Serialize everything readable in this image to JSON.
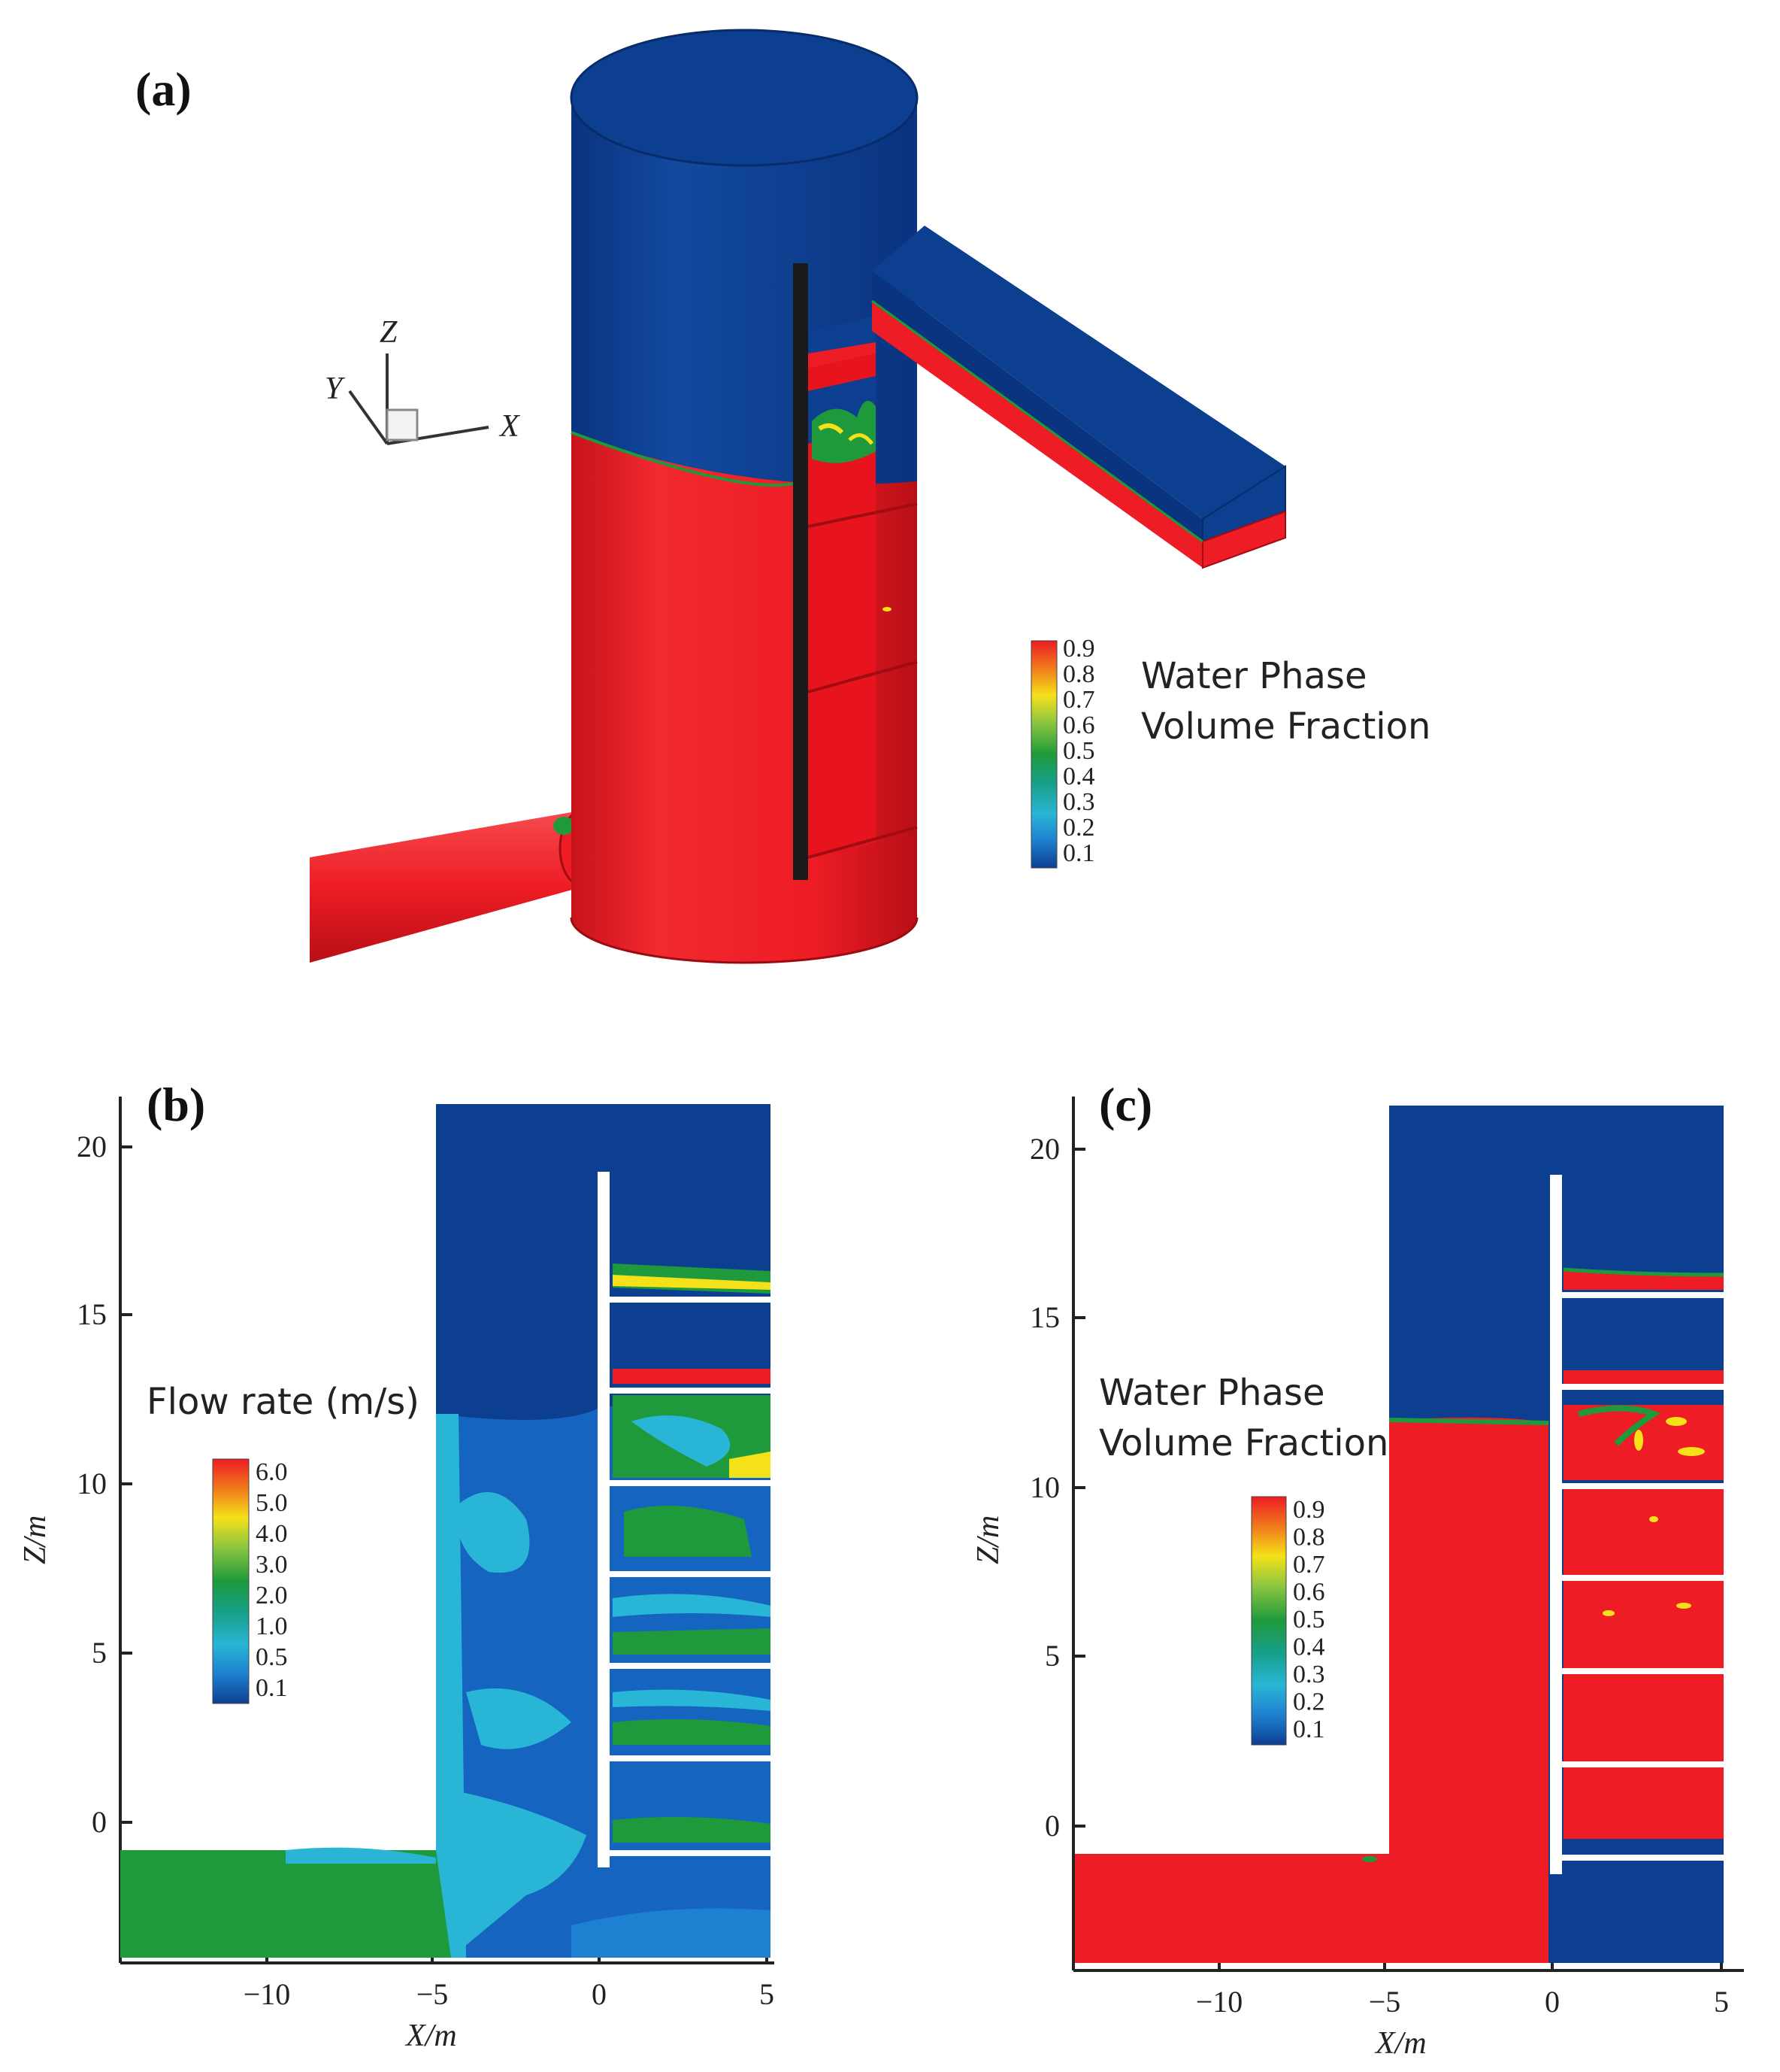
{
  "panels": {
    "a": {
      "label": "(a)"
    },
    "b": {
      "label": "(b)"
    },
    "c": {
      "label": "(c)"
    }
  },
  "axes_3d": {
    "z": "Z",
    "y": "Y",
    "x": "X"
  },
  "legend_a": {
    "title_line1": "Water Phase",
    "title_line2": "Volume Fraction",
    "ticks": [
      "0.9",
      "0.8",
      "0.7",
      "0.6",
      "0.5",
      "0.4",
      "0.3",
      "0.2",
      "0.1"
    ]
  },
  "legend_b": {
    "title": "Flow rate (m/s)",
    "ticks": [
      "6.0",
      "5.0",
      "4.0",
      "3.0",
      "2.0",
      "1.0",
      "0.5",
      "0.1"
    ]
  },
  "legend_c": {
    "title_line1": "Water Phase",
    "title_line2": "Volume Fraction",
    "ticks": [
      "0.9",
      "0.8",
      "0.7",
      "0.6",
      "0.5",
      "0.4",
      "0.3",
      "0.2",
      "0.1"
    ]
  },
  "plot_b": {
    "xlabel": "X/m",
    "ylabel": "Z/m",
    "xticks": [
      "−10",
      "−5",
      "0",
      "5"
    ],
    "yticks": [
      "20",
      "15",
      "10",
      "5",
      "0"
    ]
  },
  "plot_c": {
    "xlabel": "X/m",
    "ylabel": "Z/m",
    "xticks": [
      "−10",
      "−5",
      "0",
      "5"
    ],
    "yticks": [
      "20",
      "15",
      "10",
      "5",
      "0"
    ]
  },
  "colors": {
    "water_red": "#ee1c24",
    "air_blue": "#0d3f91",
    "mid_blue": "#1565c0",
    "cyan": "#29b6d6",
    "green": "#1e9a3c",
    "yellow": "#f5e11a",
    "orange": "#f07a1a"
  }
}
